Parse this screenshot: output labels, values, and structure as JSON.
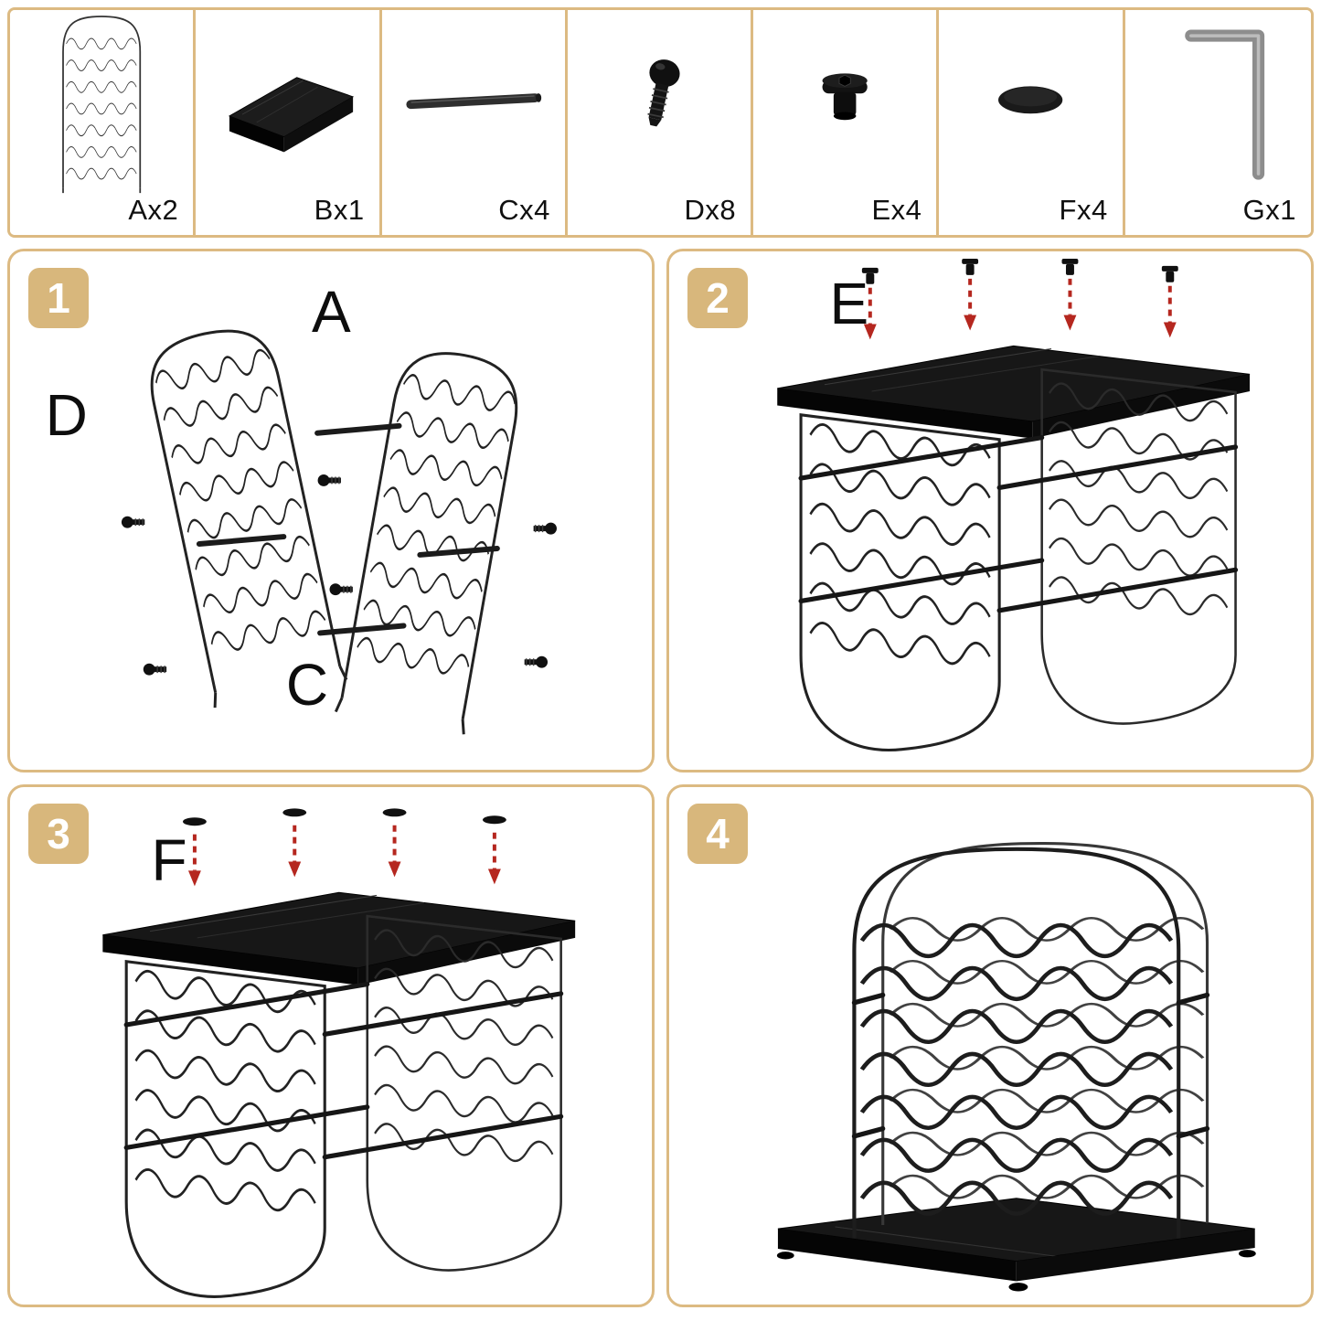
{
  "palette": {
    "accent_tan": "#DCBA82",
    "badge_bg": "#D8B77C",
    "line_ink": "#1a1a1a",
    "arrow_red": "#B5271F"
  },
  "parts": [
    {
      "label": "Ax2",
      "icon": "wire-panel-icon"
    },
    {
      "label": "Bx1",
      "icon": "wood-board-icon"
    },
    {
      "label": "Cx4",
      "icon": "support-rod-icon"
    },
    {
      "label": "Dx8",
      "icon": "screw-icon"
    },
    {
      "label": "Ex4",
      "icon": "barrel-nut-icon"
    },
    {
      "label": "Fx4",
      "icon": "foot-pad-icon"
    },
    {
      "label": "Gx1",
      "icon": "allen-key-icon"
    }
  ],
  "steps": [
    {
      "number": "1",
      "callouts": [
        "A",
        "D",
        "C"
      ]
    },
    {
      "number": "2",
      "callouts": [
        "E"
      ]
    },
    {
      "number": "3",
      "callouts": [
        "F"
      ]
    },
    {
      "number": "4",
      "callouts": []
    }
  ]
}
